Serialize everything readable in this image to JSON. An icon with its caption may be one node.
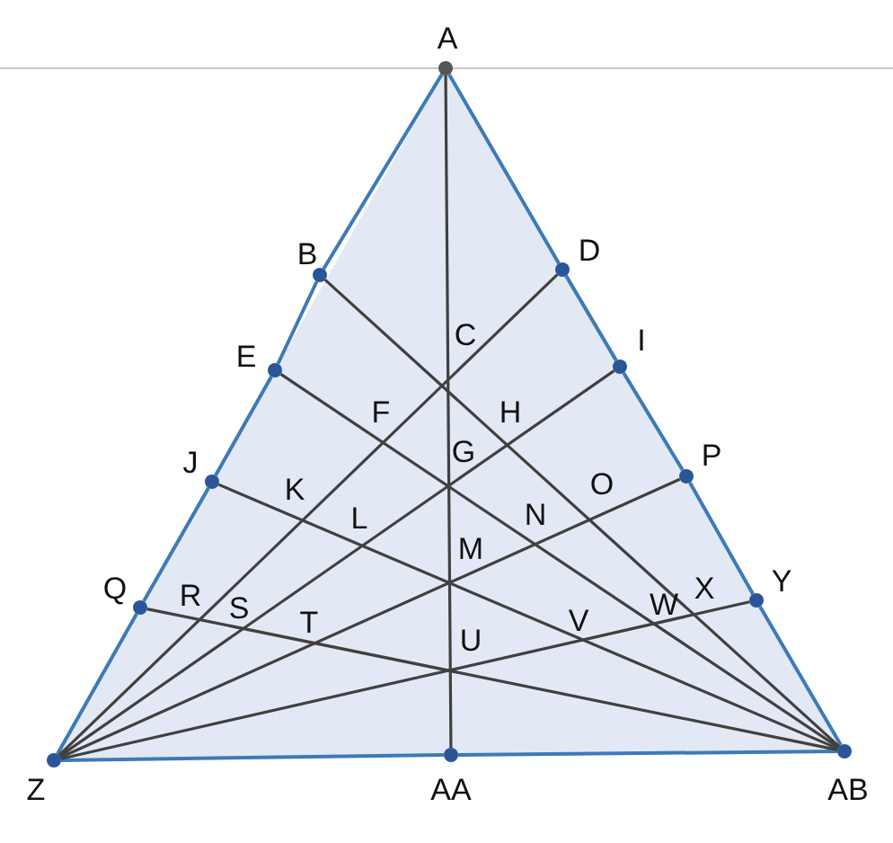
{
  "diagram": {
    "nodes": [
      {
        "text": [
          "A"
        ]
      },
      {
        "text": [
          "B"
        ]
      },
      {
        "text": [
          "D"
        ]
      },
      {
        "text": [
          "E"
        ]
      },
      {
        "text": [
          "I"
        ]
      },
      {
        "text": [
          "J"
        ]
      },
      {
        "text": [
          "P"
        ]
      },
      {
        "text": [
          "Q"
        ]
      },
      {
        "text": [
          "Y"
        ]
      },
      {
        "text": [
          "Z"
        ]
      },
      {
        "text": [
          "AA"
        ]
      },
      {
        "text": [
          "AB"
        ]
      }
    ],
    "edges": [
      {
        "from": 0,
        "to": 1,
        "arrow": "none"
      },
      {
        "from": 1,
        "to": 3,
        "arrow": "none"
      },
      {
        "from": 3,
        "to": 5,
        "arrow": "none"
      },
      {
        "from": 5,
        "to": 7,
        "arrow": "none"
      },
      {
        "from": 7,
        "to": 9,
        "arrow": "none"
      },
      {
        "from": 0,
        "to": 2,
        "arrow": "none"
      },
      {
        "from": 2,
        "to": 4,
        "arrow": "none"
      },
      {
        "from": 4,
        "to": 6,
        "arrow": "none"
      },
      {
        "from": 6,
        "to": 8,
        "arrow": "none"
      },
      {
        "from": 8,
        "to": 11,
        "arrow": "none"
      },
      {
        "from": 9,
        "to": 10,
        "arrow": "none"
      },
      {
        "from": 10,
        "to": 11,
        "arrow": "none"
      },
      {
        "from": 0,
        "to": 10,
        "arrow": "none",
        "color": "#404040"
      },
      {
        "from": 1,
        "to": 11,
        "arrow": "none",
        "color": "#404040"
      },
      {
        "from": 3,
        "to": 11,
        "arrow": "none",
        "color": "#404040"
      },
      {
        "from": 5,
        "to": 11,
        "arrow": "none",
        "color": "#404040"
      },
      {
        "from": 7,
        "to": 11,
        "arrow": "none",
        "color": "#404040"
      },
      {
        "from": 2,
        "to": 9,
        "arrow": "none",
        "color": "#404040"
      },
      {
        "from": 4,
        "to": 9,
        "arrow": "none",
        "color": "#404040"
      },
      {
        "from": 6,
        "to": 9,
        "arrow": "none",
        "color": "#404040"
      },
      {
        "from": 8,
        "to": 9,
        "arrow": "none",
        "color": "#404040"
      }
    ],
    "labels": [
      "C",
      "F",
      "H",
      "G",
      "K",
      "L",
      "N",
      "O",
      "M",
      "R",
      "S",
      "T",
      "U",
      "V",
      "W",
      "X"
    ]
  }
}
